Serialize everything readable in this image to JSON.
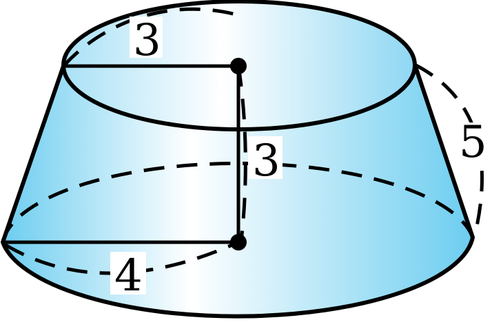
{
  "labels": {
    "top_radius": "3",
    "height": "3",
    "bottom_radius": "4",
    "slant": "5"
  },
  "colors": {
    "fill_edge": "#6ccdf0",
    "fill_light": "#ffffff",
    "stroke": "#000000"
  }
}
